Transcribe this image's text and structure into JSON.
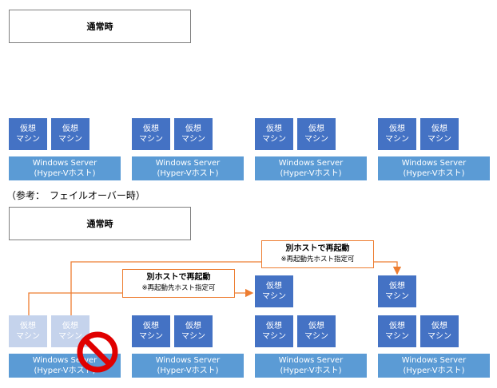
{
  "normal_section": {
    "title": "通常時",
    "hosts": [
      {
        "vms": [
          {
            "line1": "仮想",
            "line2": "マシン"
          },
          {
            "line1": "仮想",
            "line2": "マシン"
          }
        ],
        "server": {
          "line1": "Windows Server",
          "line2": "(Hyper-Vホスト)"
        }
      },
      {
        "vms": [
          {
            "line1": "仮想",
            "line2": "マシン"
          },
          {
            "line1": "仮想",
            "line2": "マシン"
          }
        ],
        "server": {
          "line1": "Windows Server",
          "line2": "(Hyper-Vホスト)"
        }
      },
      {
        "vms": [
          {
            "line1": "仮想",
            "line2": "マシン"
          },
          {
            "line1": "仮想",
            "line2": "マシン"
          }
        ],
        "server": {
          "line1": "Windows Server",
          "line2": "(Hyper-Vホスト)"
        }
      },
      {
        "vms": [
          {
            "line1": "仮想",
            "line2": "マシン"
          },
          {
            "line1": "仮想",
            "line2": "マシン"
          }
        ],
        "server": {
          "line1": "Windows Server",
          "line2": "(Hyper-Vホスト)"
        }
      }
    ]
  },
  "reference_heading": "（参考：　フェイルオーバー時）",
  "failover_section": {
    "title": "通常時",
    "hosts": [
      {
        "failed": true,
        "vms": [
          {
            "line1": "仮想",
            "line2": "マシン"
          },
          {
            "line1": "仮想",
            "line2": "マシン"
          }
        ],
        "server": {
          "line1": "Windows Server",
          "line2": "(Hyper-Vホスト)"
        }
      },
      {
        "vms": [
          {
            "line1": "仮想",
            "line2": "マシン"
          },
          {
            "line1": "仮想",
            "line2": "マシン"
          }
        ],
        "server": {
          "line1": "Windows Server",
          "line2": "(Hyper-Vホスト)"
        }
      },
      {
        "moved_vm": {
          "line1": "仮想",
          "line2": "マシン"
        },
        "vms": [
          {
            "line1": "仮想",
            "line2": "マシン"
          },
          {
            "line1": "仮想",
            "line2": "マシン"
          }
        ],
        "server": {
          "line1": "Windows Server",
          "line2": "(Hyper-Vホスト)"
        }
      },
      {
        "moved_vm": {
          "line1": "仮想",
          "line2": "マシン"
        },
        "vms": [
          {
            "line1": "仮想",
            "line2": "マシン"
          },
          {
            "line1": "仮想",
            "line2": "マシン"
          }
        ],
        "server": {
          "line1": "Windows Server",
          "line2": "(Hyper-Vホスト)"
        }
      }
    ],
    "callouts": [
      {
        "title": "別ホストで再起動",
        "subtitle": "※再起動先ホスト指定可"
      },
      {
        "title": "別ホストで再起動",
        "subtitle": "※再起動先ホスト指定可"
      }
    ]
  },
  "colors": {
    "vm": "#4472c4",
    "vm_faded": "#c5d3ec",
    "server": "#5b9bd5",
    "arrow": "#ed7d31",
    "prohibit": "#e00000"
  },
  "icons": {
    "failure": "prohibited-icon"
  }
}
